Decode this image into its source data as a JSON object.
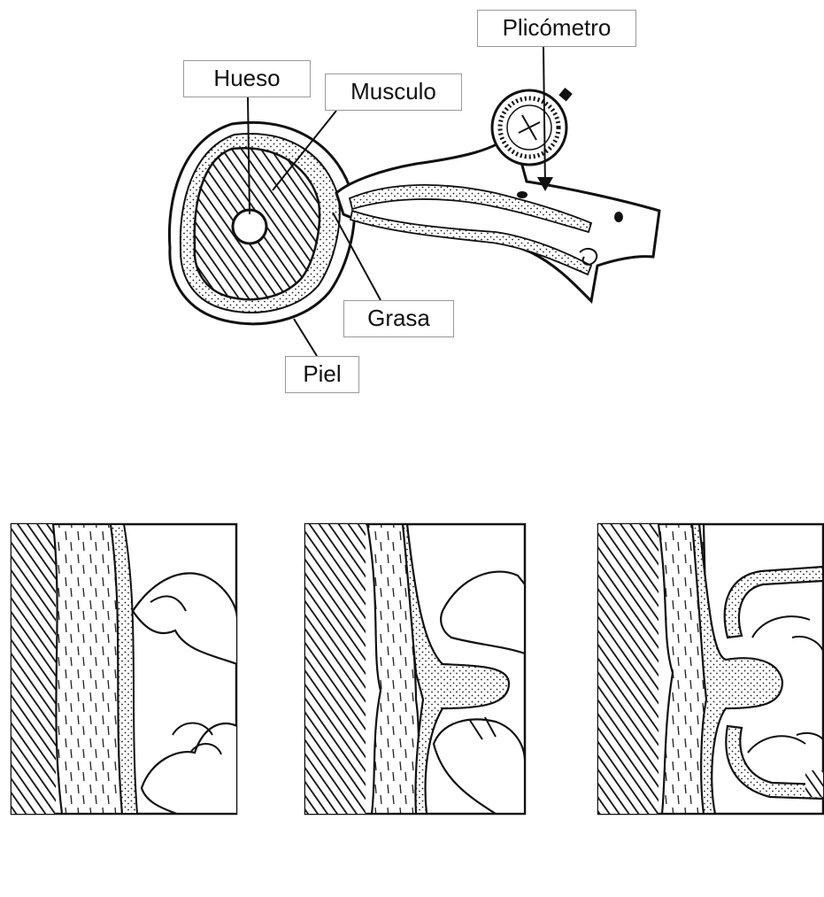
{
  "labels": {
    "plicometro": "Plicómetro",
    "hueso": "Hueso",
    "musculo": "Musculo",
    "grasa": "Grasa",
    "piel": "Piel"
  },
  "colors": {
    "line": "#111111",
    "label_border": "#9a9a9a",
    "background": "#ffffff"
  },
  "panels": [
    "skin-resting",
    "skin-pinched",
    "skin-fold-in-caliper"
  ]
}
